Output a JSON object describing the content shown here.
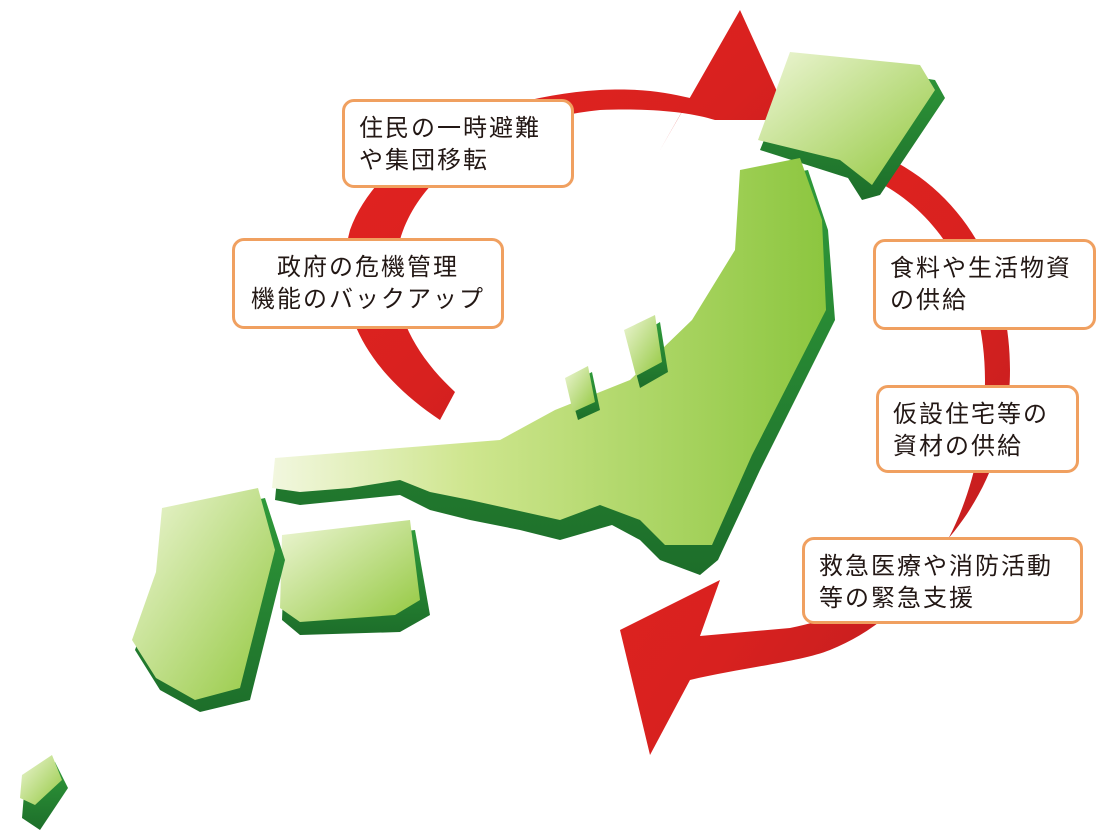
{
  "diagram": {
    "colors": {
      "arrow": "#e52320",
      "arrow_dark": "#b51b1f",
      "land_light": "#f2f7df",
      "land_mid": "#a6cf45",
      "land_side": "#2f9a3a",
      "land_side_dark": "#1d6e2a",
      "callout_border": "#f0a060",
      "text": "#231815"
    },
    "callouts": {
      "evacuation": {
        "line1": "住民の一時避難",
        "line2": "や集団移転"
      },
      "government": {
        "line1": "政府の危機管理",
        "line2": "機能のバックアップ"
      },
      "food": {
        "line1": "食料や生活物資",
        "line2": "の供給"
      },
      "temporary_housing": {
        "line1": "仮設住宅等の",
        "line2": "資材の供給"
      },
      "emergency": {
        "line1": "救急医療や消防活動",
        "line2": "等の緊急支援"
      }
    }
  }
}
